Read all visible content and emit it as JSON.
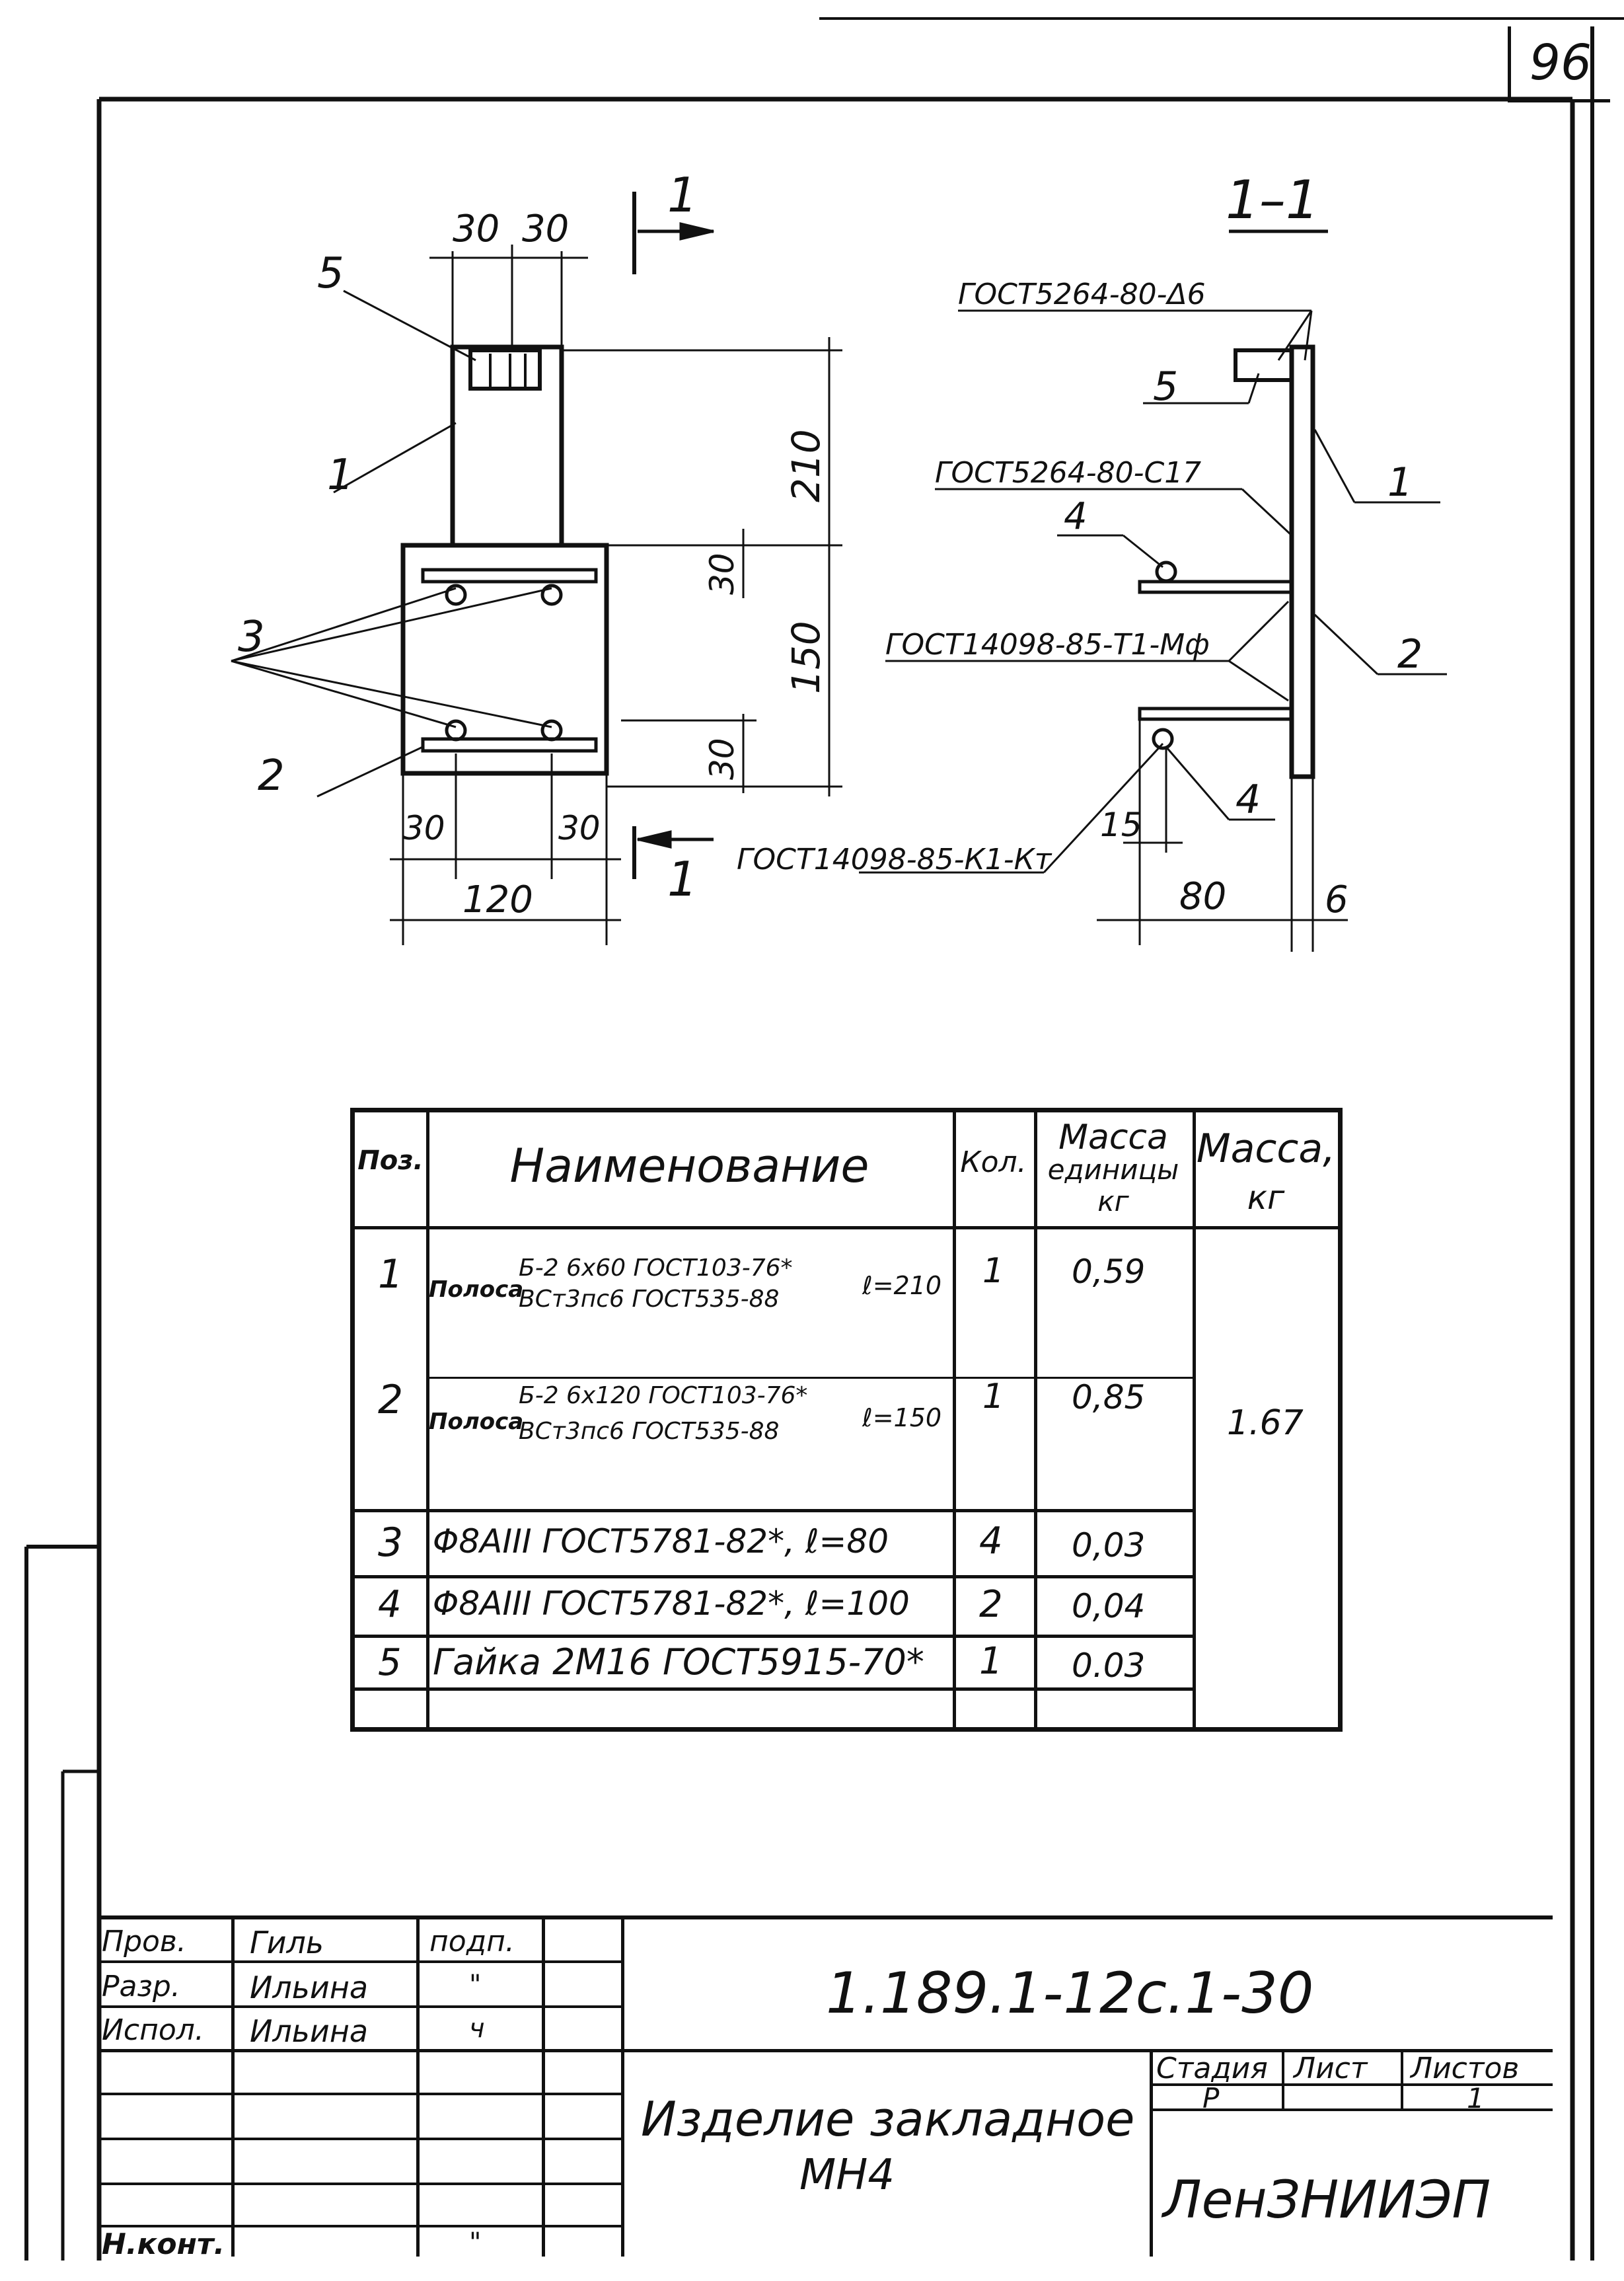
{
  "sheet_number": "96",
  "section_label": "1–1",
  "cut_label": "1",
  "dimensions_front": {
    "top_left": "30",
    "top_right": "30",
    "height_upper": "210",
    "height_lower": "150",
    "offset_top": "30",
    "offset_bottom": "30",
    "bottom_left": "30",
    "bottom_right": "30",
    "width_total": "120"
  },
  "dimensions_section": {
    "rod_offset": "15",
    "rod_length": "80",
    "plate_thickness": "6"
  },
  "position_labels": {
    "p1": "1",
    "p2": "2",
    "p3": "3",
    "p4": "4",
    "p5": "5"
  },
  "weld_callouts": {
    "w1": "ГОСТ5264-80-Δ6",
    "w2": "ГОСТ5264-80-С17",
    "w3": "ГОСТ14098-85-Т1-Мф",
    "w4": "ГОСТ14098-85-К1-Кт"
  },
  "spec_table": {
    "headers": {
      "pos": "Поз.",
      "name": "Наименование",
      "qty": "Кол.",
      "unit_mass_line1": "Масса",
      "unit_mass_line2": "единицы",
      "unit_mass_line3": "кг",
      "mass_line1": "Масса,",
      "mass_line2": "кг"
    },
    "rows": [
      {
        "pos": "1",
        "prefix": "Полоса",
        "top": "Б-2 6x60 ГОСТ103-76*",
        "bottom": "ВСт3пс6 ГОСТ535-88",
        "length": "ℓ=210",
        "qty": "1",
        "unit_mass": "0,59"
      },
      {
        "pos": "2",
        "prefix": "Полоса",
        "top": "Б-2 6x120 ГОСТ103-76*",
        "bottom": "ВСт3пс6 ГОСТ535-88",
        "length": "ℓ=150",
        "qty": "1",
        "unit_mass": "0,85"
      },
      {
        "pos": "3",
        "name": "Φ8АIII ГОСТ5781-82*,  ℓ=80",
        "qty": "4",
        "unit_mass": "0,03"
      },
      {
        "pos": "4",
        "name": "Φ8АIII ГОСТ5781-82*,  ℓ=100",
        "qty": "2",
        "unit_mass": "0,04"
      },
      {
        "pos": "5",
        "name": "Гайка 2М16  ГОСТ5915-70*",
        "qty": "1",
        "unit_mass": "0.03"
      }
    ],
    "total_mass": "1.67"
  },
  "title_block": {
    "roles": [
      "Пров.",
      "Разр.",
      "Испол.",
      "Н.конт."
    ],
    "names": [
      "Гиль",
      "Ильина",
      "Ильина"
    ],
    "sign_header": "подп.",
    "signs": [
      "\"",
      "ч",
      "\""
    ],
    "document_code": "1.189.1-12с.1-30",
    "title_line1": "Изделие закладное",
    "title_line2": "МН4",
    "stage_header": "Стадия",
    "sheet_header": "Лист",
    "sheets_header": "Листов",
    "stage": "Р",
    "sheets_total": "1",
    "organization": "ЛенЗНИИЭП"
  }
}
